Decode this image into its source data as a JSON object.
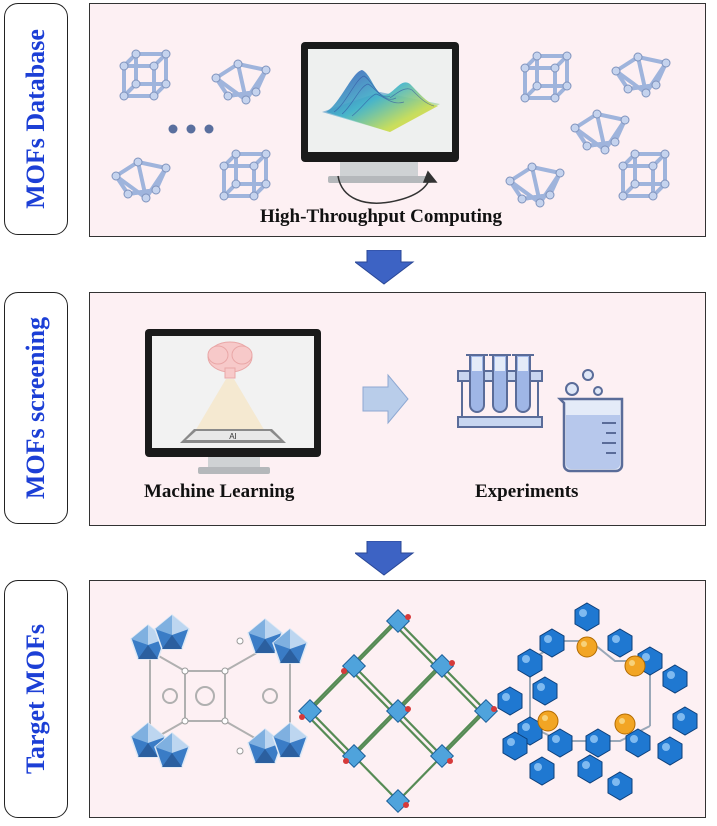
{
  "sections": [
    {
      "tab_label": "MOFs Database",
      "caption": "High-Throughput Computing"
    },
    {
      "tab_label": "MOFs screening",
      "captions": [
        "Machine Learning",
        "Experiments"
      ],
      "screen_text": "AI"
    },
    {
      "tab_label": "Target MOFs"
    }
  ],
  "colors": {
    "tab_text": "#1c3fd6",
    "panel_bg": "#fdf0f3",
    "arrow_blue": "#3d63c4",
    "lattice": "#9fb4dc",
    "polyhedra": "#2f86d8"
  },
  "icons": [
    "cube-lattice-icon",
    "computer-monitor-icon",
    "brain-icon",
    "test-tubes-icon",
    "beaker-icon",
    "down-arrow-icon",
    "right-arrow-icon"
  ]
}
